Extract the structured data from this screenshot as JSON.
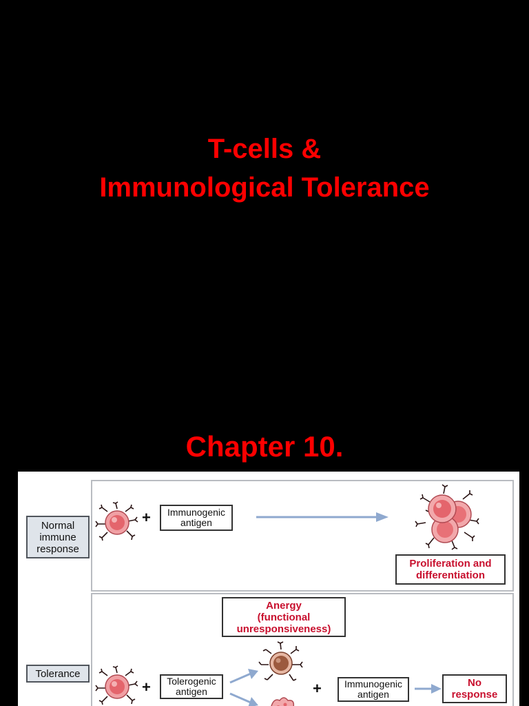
{
  "slide": {
    "title_line1": "T-cells &",
    "title_line2": "Immunological Tolerance",
    "chapter": "Chapter 10."
  },
  "colors": {
    "background": "#000000",
    "title_red": "#ff0000",
    "figure_red": "#c8102e",
    "arrow_blue": "#8fa9cf",
    "cell_pink": "#f2a3a7",
    "cell_brown": "#9c5a3e"
  },
  "figure": {
    "normal": {
      "label_line1": "Normal",
      "label_line2": "immune",
      "label_line3": "response",
      "plus": "+",
      "antigen_line1": "Immunogenic",
      "antigen_line2": "antigen",
      "result_line1": "Proliferation and",
      "result_line2": "differentiation"
    },
    "tolerance": {
      "label": "Tolerance",
      "anergy_line1": "Anergy",
      "anergy_line2": "(functional",
      "anergy_line3": "unresponsiveness)",
      "plus1": "+",
      "tolerogenic_line1": "Tolerogenic",
      "tolerogenic_line2": "antigen",
      "plus2": "+",
      "immunogenic_line1": "Immunogenic",
      "immunogenic_line2": "antigen",
      "result_line1": "No",
      "result_line2": "response"
    }
  }
}
